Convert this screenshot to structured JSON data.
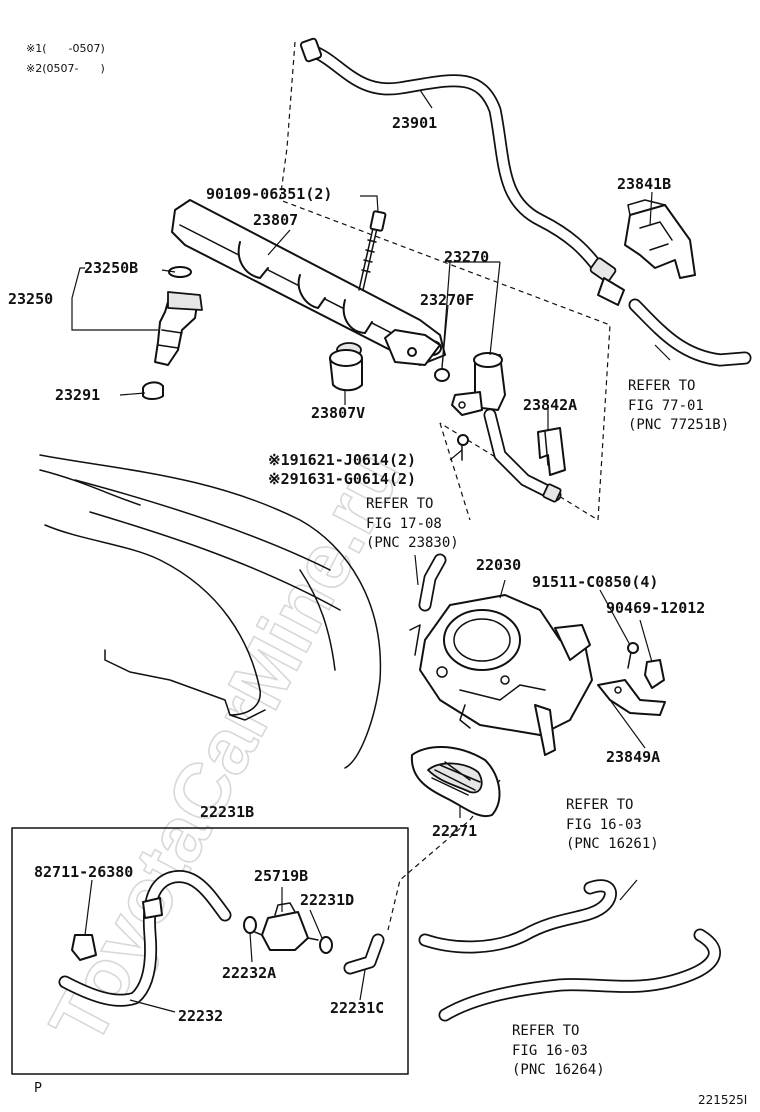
{
  "notes": {
    "note1": "※1(　　-0507)",
    "note2": "※2(0507-　　)"
  },
  "parts": {
    "p23901": "23901",
    "p23841B": "23841B",
    "p90109": "90109-06351(2)",
    "p23807": "23807",
    "p23270": "23270",
    "p23250B": "23250B",
    "p23250": "23250",
    "p23270F": "23270F",
    "p23291": "23291",
    "p23807V": "23807V",
    "p23842A": "23842A",
    "p91621": "※191621-J0614(2)",
    "p91631": "※291631-G0614(2)",
    "p22030": "22030",
    "p91511": "91511-C0850(4)",
    "p90469": "90469-12012",
    "p23849A": "23849A",
    "p22231B": "22231B",
    "p22271": "22271",
    "p82711": "82711-26380",
    "p25719B": "25719B",
    "p22231D": "22231D",
    "p22232A": "22232A",
    "p22232": "22232",
    "p22231C": "22231C"
  },
  "refs": {
    "ref77": {
      "l1": "REFER TO",
      "l2": "FIG 77-01",
      "l3": "(PNC 77251B)"
    },
    "ref17": {
      "l1": "REFER TO",
      "l2": "FIG 17-08",
      "l3": "(PNC 23830)"
    },
    "ref16a": {
      "l1": "REFER TO",
      "l2": "FIG 16-03",
      "l3": "(PNC 16261)"
    },
    "ref16b": {
      "l1": "REFER TO",
      "l2": "FIG 16-03",
      "l3": "(PNC 16264)"
    }
  },
  "footer": {
    "left": "P",
    "figure_id": "221525I"
  },
  "watermark": "ToyotaCarMine.ru"
}
